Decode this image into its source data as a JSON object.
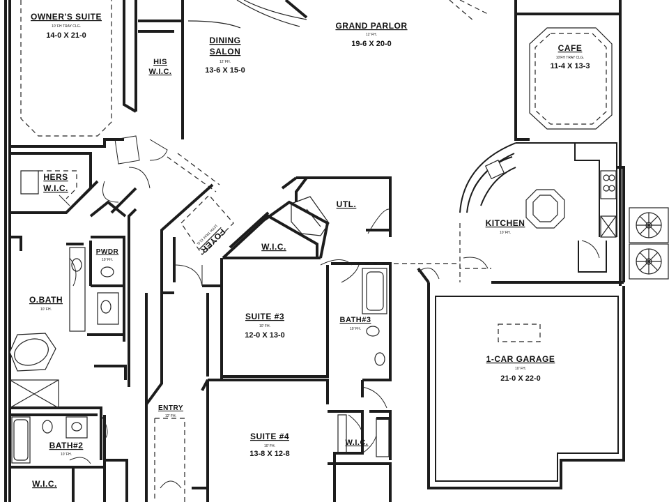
{
  "rooms": {
    "owners_suite": {
      "name": "OWNER'S SUITE",
      "note": "10' FH TRAY CLG.",
      "dim": "14-0 X 21-0"
    },
    "grand_parlor": {
      "name": "GRAND PARLOR",
      "note": "12' FH.",
      "dim": "19-6 X 20-0"
    },
    "dining_salon": {
      "name_line1": "DINING",
      "name_line2": "SALON",
      "note": "12' FH.",
      "dim": "13-6 X 15-0"
    },
    "his_wic": {
      "name_line1": "HIS",
      "name_line2": "W.I.C."
    },
    "cafe": {
      "name": "CAFE",
      "note": "10'FH TRAY CLG.",
      "dim": "11-4 X 13-3"
    },
    "hers_wic": {
      "name_line1": "HERS",
      "name_line2": "W.I.C."
    },
    "util": {
      "name": "UTL."
    },
    "kitchen": {
      "name": "KITCHEN",
      "note": "10' FH."
    },
    "foyer": {
      "name": "FOYER",
      "note": "12'FH TRAY CLG."
    },
    "wic_center": {
      "name": "W.I.C."
    },
    "pwdr": {
      "name": "PWDR",
      "note": "10' FH."
    },
    "obath": {
      "name": "O.BATH",
      "note": "10' FH."
    },
    "suite3": {
      "name": "SUITE #3",
      "note": "10' FH.",
      "dim": "12-0 X 13-0"
    },
    "bath3": {
      "name": "BATH#3",
      "note": "10' FH."
    },
    "garage": {
      "name": "1-CAR GARAGE",
      "note": "10' FH.",
      "dim": "21-0 X 22-0"
    },
    "entry": {
      "name": "ENTRY",
      "note": "12' FH."
    },
    "suite4": {
      "name": "SUITE #4",
      "note": "10' FH.",
      "dim": "13-8 X 12-8"
    },
    "wic_bottom": {
      "name": "W.I.C."
    },
    "bath2": {
      "name": "BATH#2",
      "note": "10' FH."
    },
    "wic_left": {
      "name": "W.I.C."
    }
  }
}
